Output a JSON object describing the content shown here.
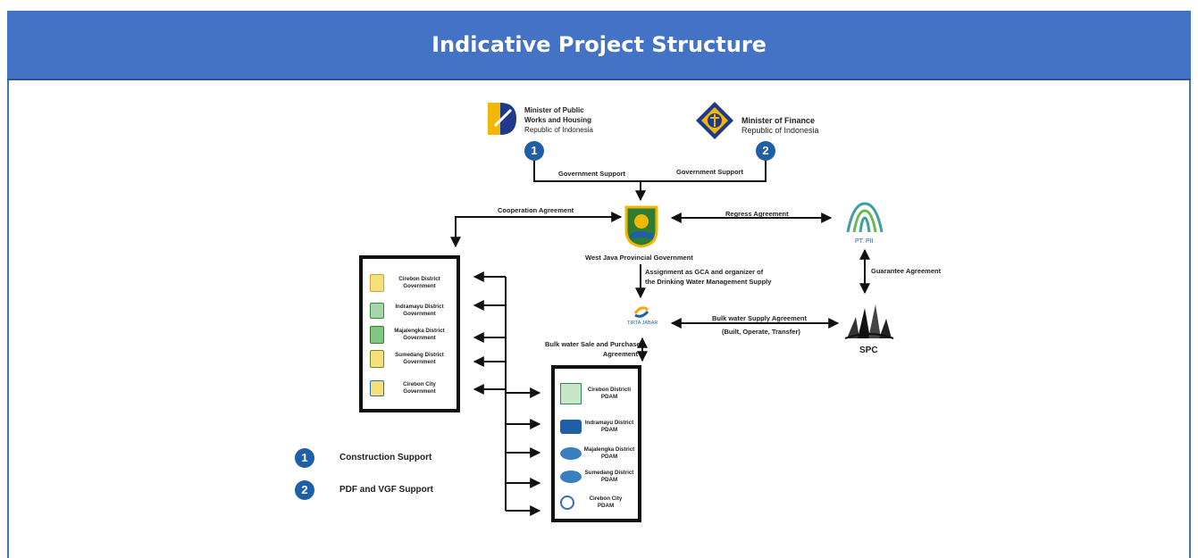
{
  "header": {
    "title": "Indicative Project Structure"
  },
  "ministries": [
    {
      "name_line1": "Minister of Public",
      "name_line2": "Works and Housing",
      "subtitle": "Republic of Indonesia",
      "badge": "1"
    },
    {
      "name_line1": "Minister of Finance",
      "subtitle": "Republic of Indonesia",
      "badge": "2"
    }
  ],
  "flows": {
    "gov_support_left": "Government Support",
    "gov_support_right": "Government Support",
    "cooperation": "Cooperation Agreement",
    "regress": "Regress Agreement",
    "guarantee": "Guarantee Agreement",
    "assignment_line1": "Assignment as GCA and organizer of",
    "assignment_line2": "the Drinking Water Management Supply",
    "bulk_supply": "Bulk water Supply Agreement",
    "bot": "(Built, Operate, Transfer)",
    "bulk_sale_line1": "Bulk water Sale and Purchase",
    "bulk_sale_line2": "Agreement"
  },
  "entities": {
    "west_java": "West Java Provincial Government",
    "pt_pii": "PT. PII",
    "tirta_jabar": "TIRTA JABAR",
    "spc": "SPC"
  },
  "governments": [
    {
      "line1": "Cirebon District",
      "line2": "Government",
      "color": "#c8a232"
    },
    {
      "line1": "Indramayu District",
      "line2": "Government",
      "color": "#3a8a3a"
    },
    {
      "line1": "Majalengka District",
      "line2": "Government",
      "color": "#3c7d2e"
    },
    {
      "line1": "Sumedang District",
      "line2": "Government",
      "color": "#6a8a2a"
    },
    {
      "line1": "Cirebon City",
      "line2": "Government",
      "color": "#2a6fb0"
    }
  ],
  "pdams": [
    {
      "line1": "Cirebon Districti",
      "line2": "PDAM",
      "color": "#2e8b57"
    },
    {
      "line1": "Indramayu District",
      "line2": "PDAM",
      "color": "#1f5fa8"
    },
    {
      "line1": "Majalengka District",
      "line2": "PDAM",
      "color": "#3a7fc0"
    },
    {
      "line1": "Sumedang District",
      "line2": "PDAM",
      "color": "#3a7fc0"
    },
    {
      "line1": "Cirebon City",
      "line2": "PDAM",
      "color": "#3a6fb0"
    }
  ],
  "legend": [
    {
      "badge": "1",
      "label": "Construction Support"
    },
    {
      "badge": "2",
      "label": "PDF and VGF Support"
    }
  ],
  "colors": {
    "banner": "#4472c4",
    "badge": "#1f5fa8",
    "line": "#111111"
  }
}
